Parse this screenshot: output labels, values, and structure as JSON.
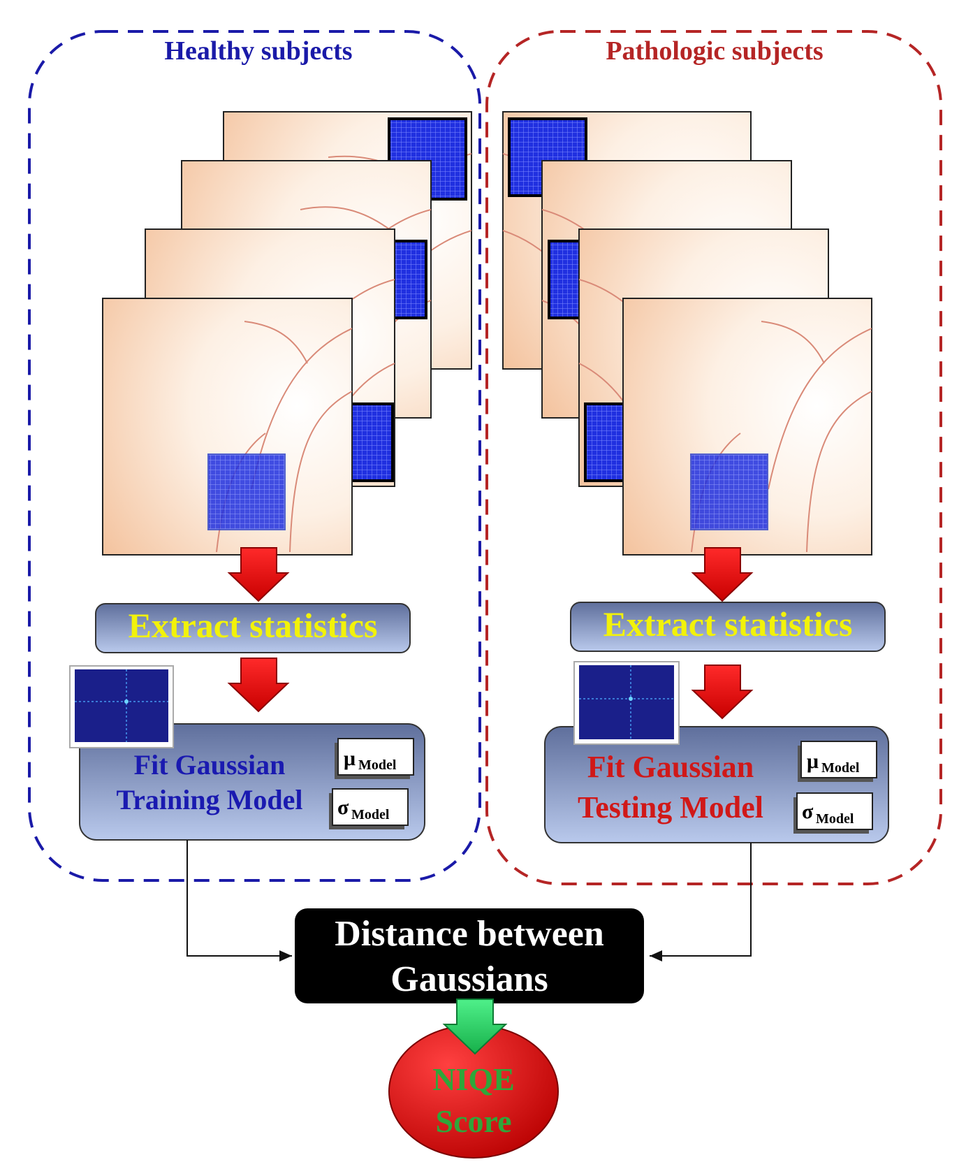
{
  "groups": {
    "healthy": {
      "label": "Healthy subjects",
      "color": "#1a1aa8"
    },
    "pathologic": {
      "label": "Pathologic subjects",
      "color": "#b52525"
    }
  },
  "extract": {
    "label": "Extract statistics",
    "text_color": "#f2f20a"
  },
  "fit_training": {
    "line1": "Fit Gaussian",
    "line2": "Training Model",
    "color": "#1a1ab0"
  },
  "fit_testing": {
    "line1": "Fit Gaussian",
    "line2": "Testing Model",
    "color": "#d01818"
  },
  "param_mu": {
    "symbol": "μ",
    "subscript": "Model"
  },
  "param_sigma": {
    "symbol": "σ",
    "subscript": "Model"
  },
  "distance": {
    "line1": "Distance between",
    "line2": "Gaussians"
  },
  "score": {
    "line1": "NIQE",
    "line2": "Score",
    "text_color": "#2fa63a",
    "fill": "#e01010"
  },
  "arrow_colors": {
    "flow": "#e31414",
    "score": "#22c45a"
  }
}
